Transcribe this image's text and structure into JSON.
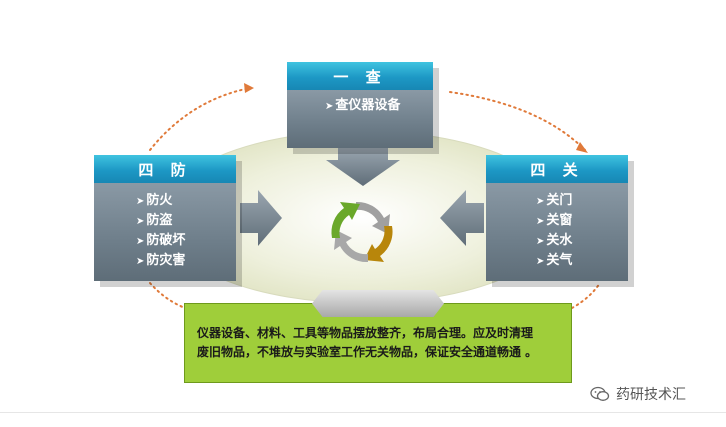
{
  "top_box": {
    "title": "一 查",
    "items": [
      "查仪器设备"
    ]
  },
  "left_box": {
    "title": "四 防",
    "items": [
      "防火",
      "防盗",
      "防破坏",
      "防灾害"
    ]
  },
  "right_box": {
    "title": "四 关",
    "items": [
      "关门",
      "关窗",
      "关水",
      "关气"
    ]
  },
  "note": {
    "line1": "仪器设备、材料、工具等物品摆放整齐，布局合理。应及时清理",
    "line2": "废旧物品，不堆放与实验室工作无关物品，保证安全通道畅通 。"
  },
  "watermark": {
    "text": "药研技术汇",
    "icon": "wechat-icon"
  },
  "colors": {
    "header_blue": "#1d98c5",
    "body_gray": "#6e7e8a",
    "note_green": "#9fce3a",
    "cycle_green": "#6aa82a",
    "cycle_gold": "#b8860b",
    "cycle_gray": "#a0a0a0",
    "orbit_dots": "#e07a3a"
  }
}
